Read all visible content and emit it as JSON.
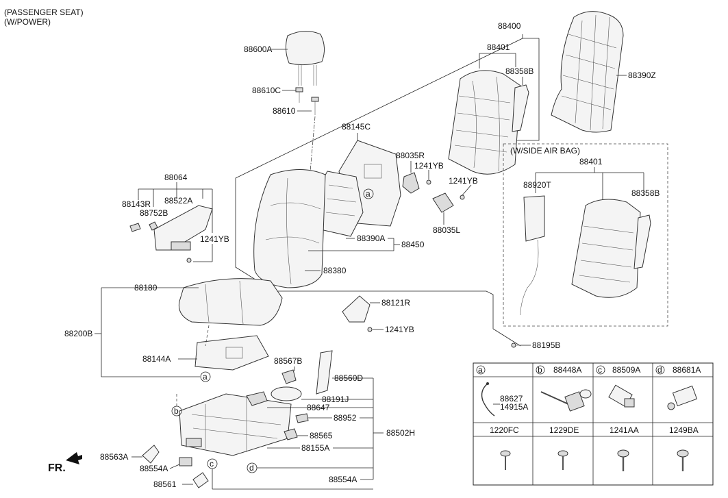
{
  "header": {
    "line1": "(PASSENGER SEAT)",
    "line2": "(W/POWER)"
  },
  "airbag_box_title": "(W/SIDE AIR BAG)",
  "front_label": "FR.",
  "labels": {
    "p88400": "88400",
    "p88401": "88401",
    "p88358B": "88358B",
    "p88390Z": "88390Z",
    "p88600A": "88600A",
    "p88610C": "88610C",
    "p88610": "88610",
    "p88145C": "88145C",
    "p88035R": "88035R",
    "p1241YB_a": "1241YB",
    "p1241YB_b": "1241YB",
    "p88035L": "88035L",
    "p88064": "88064",
    "p88143R": "88143R",
    "p88522A": "88522A",
    "p88752B": "88752B",
    "p1241YB_c": "1241YB",
    "p88390A": "88390A",
    "p88450": "88450",
    "p88380": "88380",
    "p88180": "88180",
    "p88200B": "88200B",
    "p88121R": "88121R",
    "p1241YB_d": "1241YB",
    "p88195B": "88195B",
    "p88144A": "88144A",
    "p88567B": "88567B",
    "p88560D": "88560D",
    "p88191J": "88191J",
    "p88647": "88647",
    "p88952": "88952",
    "p88565": "88565",
    "p88502H": "88502H",
    "p88155A": "88155A",
    "p88563A": "88563A",
    "p88554A_a": "88554A",
    "p88554A_b": "88554A",
    "p88561": "88561",
    "box_88401": "88401",
    "box_88920T": "88920T",
    "box_88358B": "88358B"
  },
  "callouts": {
    "a": "a",
    "b": "b",
    "c": "c",
    "d": "d"
  },
  "table": {
    "header": [
      {
        "letter": "a",
        "part": ""
      },
      {
        "letter": "b",
        "part": "88448A"
      },
      {
        "letter": "c",
        "part": "88509A"
      },
      {
        "letter": "d",
        "part": "88681A"
      }
    ],
    "a_parts": [
      "88627",
      "14915A"
    ],
    "fasteners": [
      "1220FC",
      "1229DE",
      "1241AA",
      "1249BA"
    ]
  }
}
